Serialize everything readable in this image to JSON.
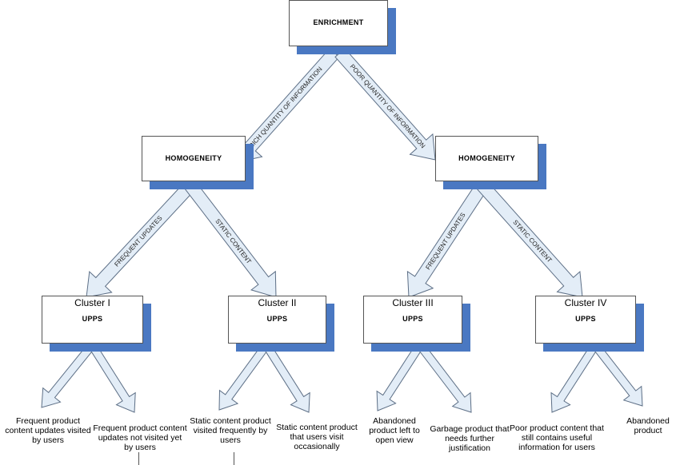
{
  "root": {
    "label": "ENRICHMENT"
  },
  "level1": [
    {
      "label": "HOMOGENEITY",
      "edge": "RICH QUANTITY OF INFORMATION"
    },
    {
      "label": "HOMOGENEITY",
      "edge": "POOR QUANTITY OF INFORMATION"
    }
  ],
  "clusters": [
    {
      "cluster": "Cluster I",
      "label": "UPPS",
      "edge": "FREQUENT UPDATES"
    },
    {
      "cluster": "Cluster II",
      "label": "UPPS",
      "edge": "STATIC CONTENT"
    },
    {
      "cluster": "Cluster III",
      "label": "UPPS",
      "edge": "FREQUENT UPDATES"
    },
    {
      "cluster": "Cluster IV",
      "label": "UPPS",
      "edge": "STATIC CONTENT"
    }
  ],
  "leaves": [
    "Frequent product content updates visited by users",
    "Frequent product content updates not visited yet by users",
    "Static content product visited frequently by users",
    "Static content product that users visit occasionally",
    "Abandoned product left to open view",
    "Garbage product that needs further justification",
    "Poor product content that still contains useful information for users",
    "Abandoned product"
  ],
  "colors": {
    "shadow": "#4a78c2",
    "arrow_fill": "#e3edf7",
    "arrow_stroke": "#5d6f86"
  }
}
